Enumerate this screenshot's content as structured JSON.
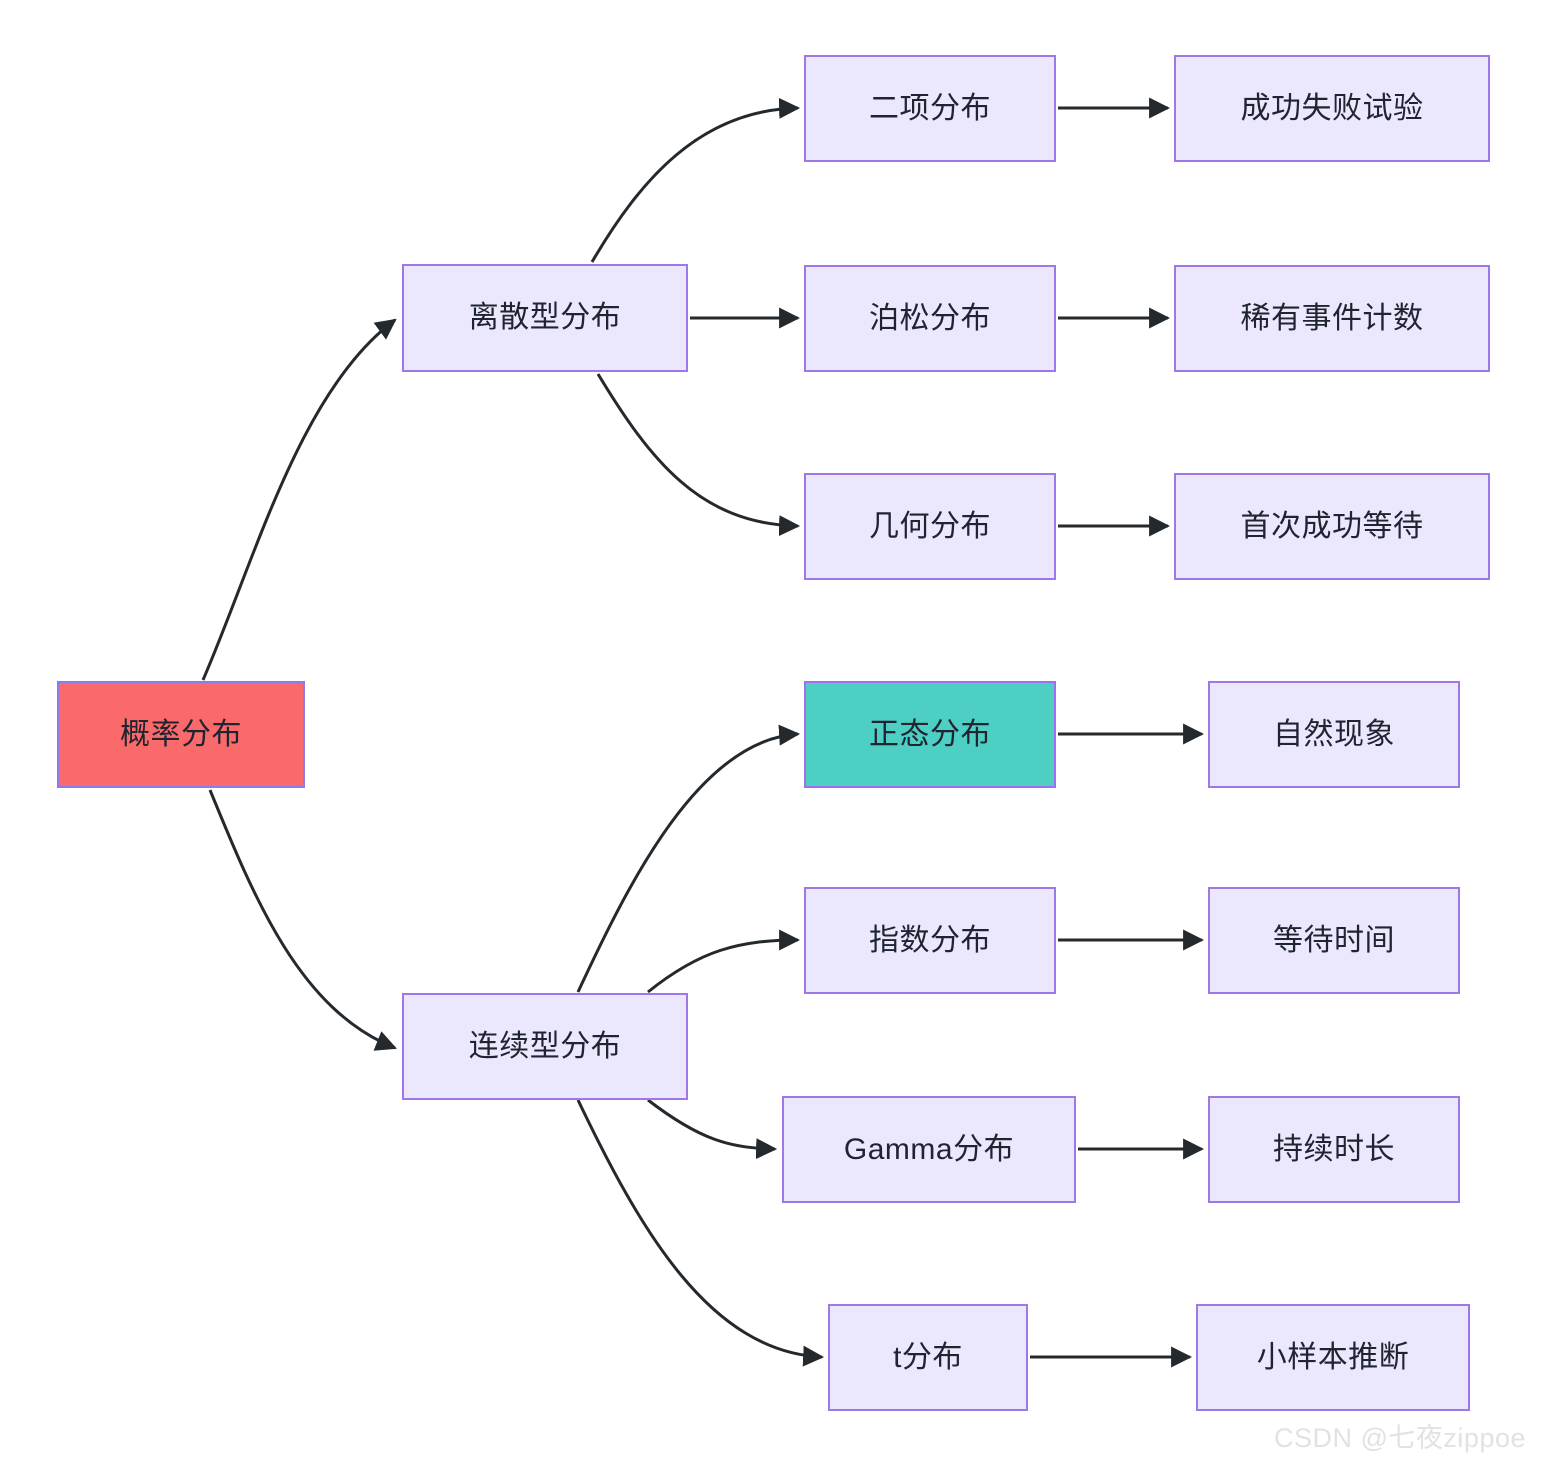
{
  "diagram": {
    "type": "flowchart",
    "direction": "left-to-right",
    "title": "概率分布",
    "colors": {
      "node_fill": "#ebe7fd",
      "node_border": "#9f77e8",
      "root_fill": "#fb6a6a",
      "highlight_fill": "#4dcfc4",
      "edge_stroke": "#24292e",
      "text": "#1f2430",
      "watermark": "#e2e2e4"
    },
    "nodes": {
      "root": {
        "label": "概率分布",
        "style": "root"
      },
      "discrete": {
        "label": "离散型分布",
        "style": "default"
      },
      "continuous": {
        "label": "连续型分布",
        "style": "default"
      },
      "binomial": {
        "label": "二项分布",
        "style": "default"
      },
      "poisson": {
        "label": "泊松分布",
        "style": "default"
      },
      "geometric": {
        "label": "几何分布",
        "style": "default"
      },
      "normal": {
        "label": "正态分布",
        "style": "highlight"
      },
      "exponential": {
        "label": "指数分布",
        "style": "default"
      },
      "gamma": {
        "label": "Gamma分布",
        "style": "default"
      },
      "tdist": {
        "label": "t分布",
        "style": "default"
      },
      "binomial_use": {
        "label": "成功失败试验",
        "style": "default"
      },
      "poisson_use": {
        "label": "稀有事件计数",
        "style": "default"
      },
      "geometric_use": {
        "label": "首次成功等待",
        "style": "default"
      },
      "normal_use": {
        "label": "自然现象",
        "style": "default"
      },
      "exponential_use": {
        "label": "等待时间",
        "style": "default"
      },
      "gamma_use": {
        "label": "持续时长",
        "style": "default"
      },
      "tdist_use": {
        "label": "小样本推断",
        "style": "default"
      }
    },
    "edges": [
      {
        "from": "root",
        "to": "discrete"
      },
      {
        "from": "root",
        "to": "continuous"
      },
      {
        "from": "discrete",
        "to": "binomial"
      },
      {
        "from": "discrete",
        "to": "poisson"
      },
      {
        "from": "discrete",
        "to": "geometric"
      },
      {
        "from": "continuous",
        "to": "normal"
      },
      {
        "from": "continuous",
        "to": "exponential"
      },
      {
        "from": "continuous",
        "to": "gamma"
      },
      {
        "from": "continuous",
        "to": "tdist"
      },
      {
        "from": "binomial",
        "to": "binomial_use"
      },
      {
        "from": "poisson",
        "to": "poisson_use"
      },
      {
        "from": "geometric",
        "to": "geometric_use"
      },
      {
        "from": "normal",
        "to": "normal_use"
      },
      {
        "from": "exponential",
        "to": "exponential_use"
      },
      {
        "from": "gamma",
        "to": "gamma_use"
      },
      {
        "from": "tdist",
        "to": "tdist_use"
      }
    ]
  },
  "watermark": {
    "text": "CSDN @七夜zippoe"
  }
}
